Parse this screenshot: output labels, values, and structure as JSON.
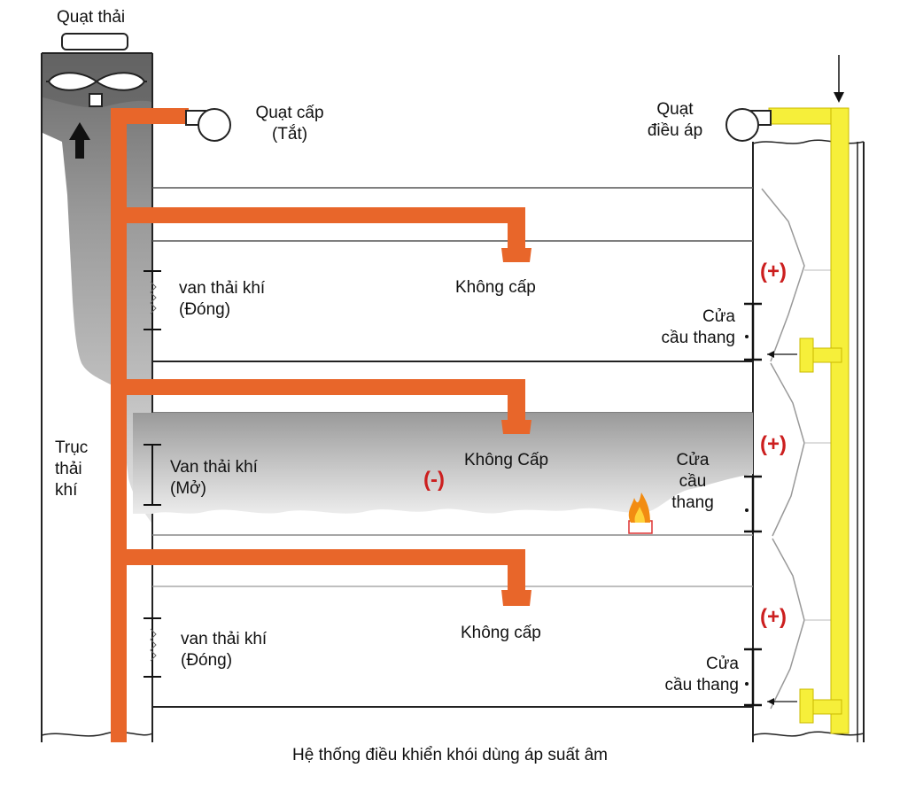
{
  "labels": {
    "exhaust_fan": "Quạt thải",
    "supply_fan_line1": "Quạt cấp",
    "supply_fan_line2": "(Tắt)",
    "pressure_fan_line1": "Quạt",
    "pressure_fan_line2": "điều áp",
    "exhaust_shaft_line1": "Trục",
    "exhaust_shaft_line2": "thải",
    "exhaust_shaft_line3": "khí",
    "caption": "Hệ thống điều khiển khói dùng áp suất âm"
  },
  "floors": [
    {
      "damper_line1": "van thải khí",
      "damper_line2": "(Đóng)",
      "supply_status": "Không cấp",
      "pressure_sign": "(+)",
      "door_line1": "Cửa",
      "door_line2": "cầu thang",
      "door_line3": ""
    },
    {
      "damper_line1": "Van thải khí",
      "damper_line2": "(Mở)",
      "supply_status": "Không Cấp",
      "pressure_sign": "(+)",
      "door_line1": "Cửa",
      "door_line2": "cầu",
      "door_line3": "thang",
      "room_pressure": "(-)"
    },
    {
      "damper_line1": "van thải khí",
      "damper_line2": "(Đóng)",
      "supply_status": "Không cấp",
      "pressure_sign": "(+)",
      "door_line1": "Cửa",
      "door_line2": "cầu thang",
      "door_line3": ""
    }
  ],
  "colors": {
    "supply_duct": "#e8662a",
    "pressure_duct": "#f6ef3a",
    "smoke": "#8f8f8f",
    "sign": "#cc1f1f",
    "fire": "#f28c12"
  },
  "icons": [
    "exhaust-fan-icon",
    "supply-fan-icon",
    "pressure-fan-icon",
    "fire-icon",
    "airflow-arrow-icon"
  ]
}
